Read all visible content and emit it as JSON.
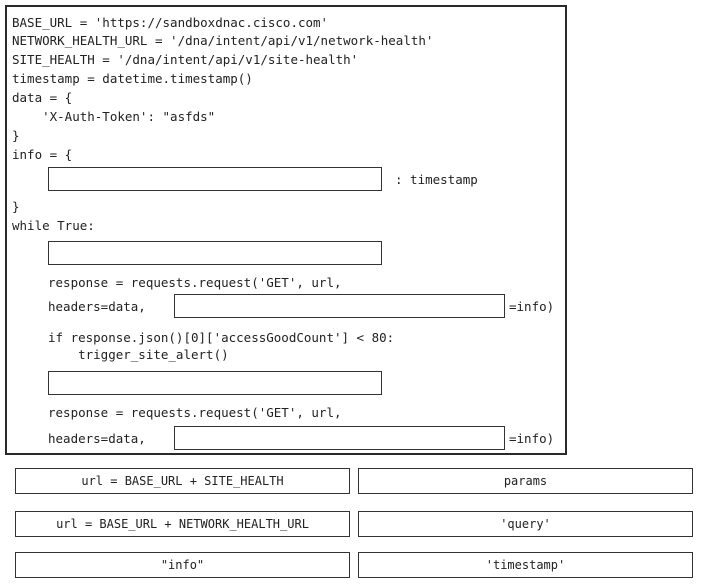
{
  "code": {
    "lines": [
      "BASE_URL = 'https://sandboxdnac.cisco.com'",
      "NETWORK_HEALTH_URL = '/dna/intent/api/v1/network-health'",
      "SITE_HEALTH = '/dna/intent/api/v1/site-health'",
      "timestamp = datetime.timestamp()",
      "data = {",
      "    'X-Auth-Token': \"asfds\"",
      "}",
      "info = {",
      ": timestamp",
      "}",
      "while True:",
      "response = requests.request('GET', url,",
      "headers=data,",
      "=info)",
      "if response.json()[0]['accessGoodCount'] < 80:",
      "    trigger_site_alert()",
      "response = requests.request('GET', url,",
      "headers=data,",
      "=info)"
    ]
  },
  "choices": [
    "url = BASE_URL + SITE_HEALTH",
    "params",
    "url = BASE_URL + NETWORK_HEALTH_URL",
    "'query'",
    "\"info\"",
    "'timestamp'"
  ]
}
